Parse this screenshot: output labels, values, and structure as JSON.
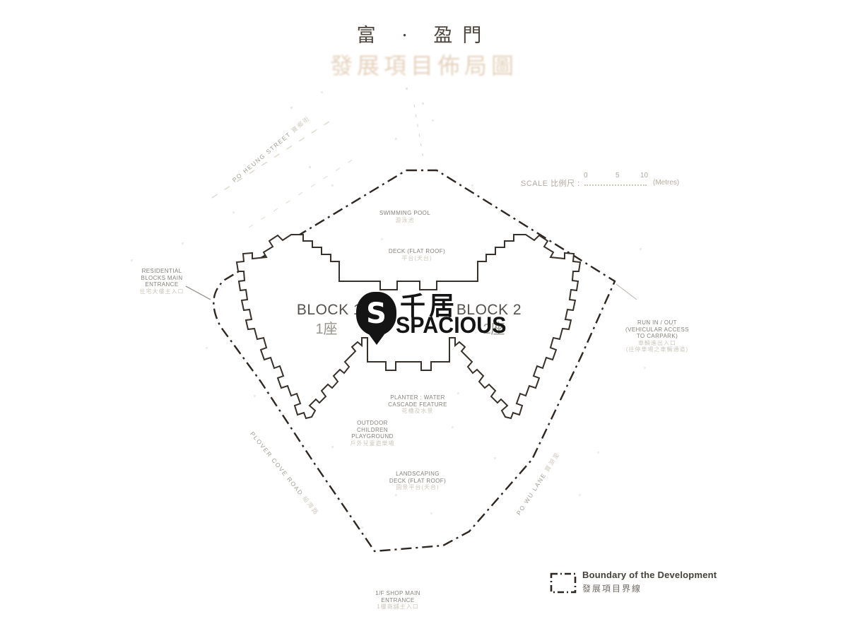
{
  "title": {
    "main": "富 · 盈門",
    "sub": "發展項目佈局圖"
  },
  "scale_bar": {
    "label": "SCALE 比例尺 :",
    "ticks": [
      "0",
      "5",
      "10"
    ],
    "unit": "(Metres)"
  },
  "blocks": [
    {
      "en": "BLOCK 1",
      "zh": "1座"
    },
    {
      "en": "BLOCK 2",
      "zh": "2座"
    }
  ],
  "map_labels": {
    "swimming_pool": {
      "en": "SWIMMING POOL",
      "zh": "游泳池"
    },
    "deck": {
      "en": "DECK (FLAT ROOF)",
      "zh": "平台(天台)"
    },
    "planter": {
      "en": "PLANTER : WATER\nCASCADE FEATURE",
      "zh": "花槽及水景"
    },
    "playground": {
      "en": "OUTDOOR\nCHILDREN\nPLAYGROUND",
      "zh": "戶外兒童遊樂場"
    },
    "landscaping_deck": {
      "en": "LANDSCAPING\nDECK (FLAT ROOF)",
      "zh": "園景平台(天台)"
    },
    "residential_entrance": {
      "en": "RESIDENTIAL\nBLOCKS MAIN\nENTRANCE",
      "zh": "住宅大樓主入口"
    },
    "run_in_out": {
      "en": "RUN IN / OUT\n(VEHICULAR ACCESS\nTO CARPARK)",
      "zh": "車輛進出入口\n(往停車場之車輛通道)"
    },
    "shop_entrance": {
      "en": "1/F SHOP MAIN\nENTRANCE",
      "zh": "1樓商舖主入口"
    }
  },
  "streets": [
    {
      "en": "PO HEUNG STREET ",
      "zh": "寶鄉街"
    },
    {
      "en": "PLOVER COVE ROAD ",
      "zh": "船灣路"
    },
    {
      "en": "PO WU LANE ",
      "zh": "寶湖里"
    }
  ],
  "legend": {
    "en": "Boundary of the Development",
    "zh": "發展項目界線"
  },
  "watermark": {
    "logo_initial": "S",
    "logo_zh": "千居",
    "logo_en": "SPACIOUS"
  },
  "colors": {
    "ink": "#38302a",
    "boundary": "#2e2721",
    "label_gray": "#84807a",
    "faint_gray": "#cdc8bd",
    "title_tan": "#dcc3a6",
    "logo_black": "#141414"
  }
}
